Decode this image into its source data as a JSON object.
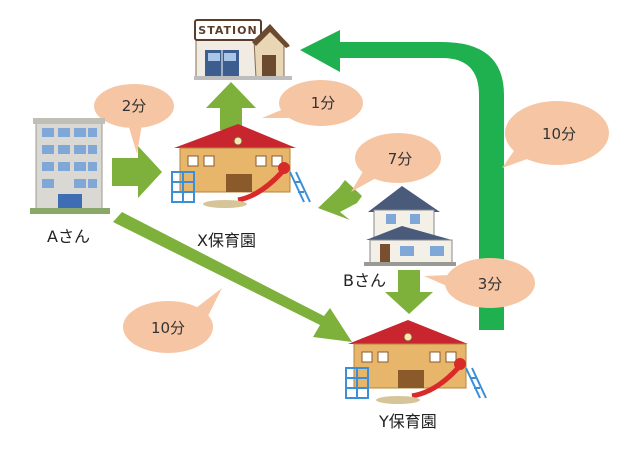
{
  "station": {
    "sign": "STATION"
  },
  "places": {
    "a_home": "Aさん",
    "b_home": "Bさん",
    "x_nursery": "X保育園",
    "y_nursery": "Y保育園"
  },
  "times": {
    "a_to_x": "2分",
    "x_to_station": "1分",
    "b_to_x": "7分",
    "a_to_y": "10分",
    "b_to_y": "3分",
    "y_to_station": "10分"
  },
  "colors": {
    "arrow_light": "#7db13c",
    "arrow_dark": "#1fb04f",
    "bubble": "#f6c6a4",
    "roof": "#c9252f",
    "wall": "#e7b66a"
  }
}
